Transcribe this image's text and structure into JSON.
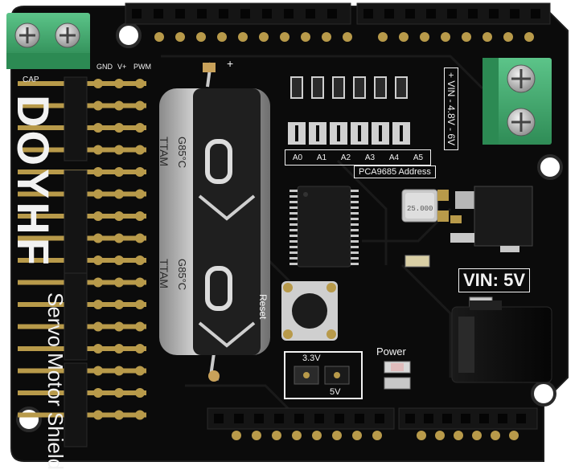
{
  "photo": {
    "board_color": "#0c0c0c",
    "header_color": "#111111",
    "terminal_color": "#3fae6e",
    "pin_color": "#b89a4a",
    "silk_color": "#f2f2f2"
  },
  "silkscreen": {
    "brand": "DOYHF",
    "subtitle": "Servo Motor Shield",
    "vin_block": "VIN: 5V",
    "vin_range": "+ VIN - 4.8V - 6V",
    "address_label": "PCA9685 Address",
    "address_pins": [
      "A0",
      "A1",
      "A2",
      "A3",
      "A4",
      "A5"
    ],
    "reset": "Reset",
    "power": "Power",
    "jumper_top": "3.3V",
    "jumper_bottom": "5V",
    "cap": "CAP",
    "gnd": "GND",
    "vplus": "V+",
    "pwm": "PWM",
    "cap_marking_1": "TTAM",
    "cap_marking_2": "G85°C",
    "cap_marking_3": "TTAM",
    "cap_marking_4": "G85°C",
    "crystal": "25.000",
    "plus_sign": "+"
  }
}
